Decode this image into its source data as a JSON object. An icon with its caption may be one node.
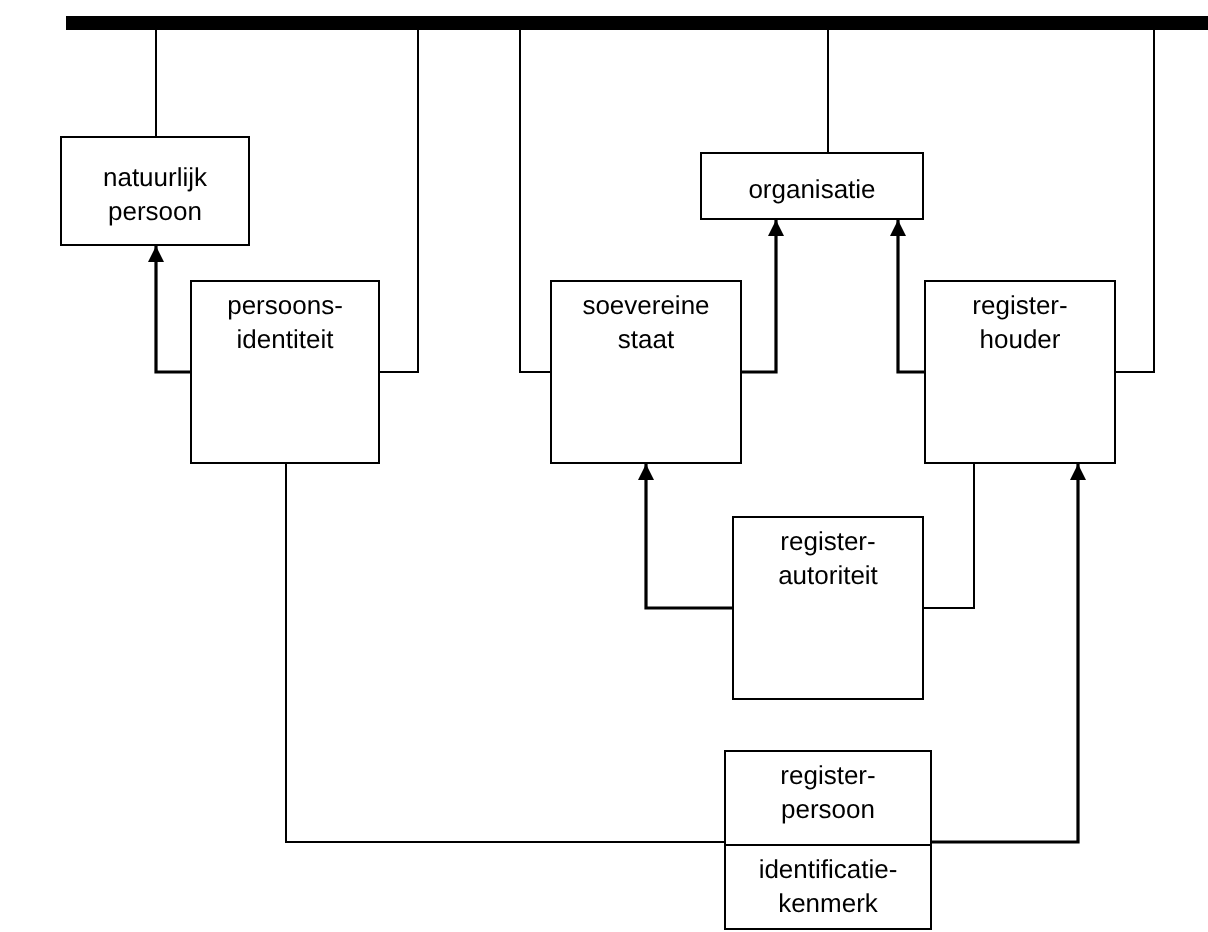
{
  "diagram": {
    "nodes": [
      {
        "text": [],
        "shape": "bar"
      },
      {
        "text": [
          "natuurlijk persoon"
        ]
      },
      {
        "text": [
          "organisatie"
        ]
      },
      {
        "text": [
          "persoons- identiteit"
        ]
      },
      {
        "text": [
          "soevereine staat"
        ]
      },
      {
        "text": [
          "register- houder"
        ]
      },
      {
        "text": [
          "register- autoriteit"
        ]
      },
      {
        "text": [
          "register- persoon",
          "identificatie- kenmerk"
        ]
      }
    ],
    "edges": [
      {
        "from": 0,
        "to": 1,
        "arrow": "none"
      },
      {
        "from": 0,
        "to": 3,
        "arrow": "none"
      },
      {
        "from": 3,
        "to": 1,
        "arrow": "to"
      },
      {
        "from": 0,
        "to": 4,
        "arrow": "none"
      },
      {
        "from": 4,
        "to": 2,
        "arrow": "to"
      },
      {
        "from": 0,
        "to": 2,
        "arrow": "none"
      },
      {
        "from": 0,
        "to": 5,
        "arrow": "none"
      },
      {
        "from": 5,
        "to": 2,
        "arrow": "to"
      },
      {
        "from": 5,
        "to": 6,
        "arrow": "none"
      },
      {
        "from": 6,
        "to": 4,
        "arrow": "to"
      },
      {
        "from": 3,
        "to": 7,
        "arrow": "none"
      },
      {
        "from": 7,
        "to": 5,
        "arrow": "to"
      }
    ]
  }
}
